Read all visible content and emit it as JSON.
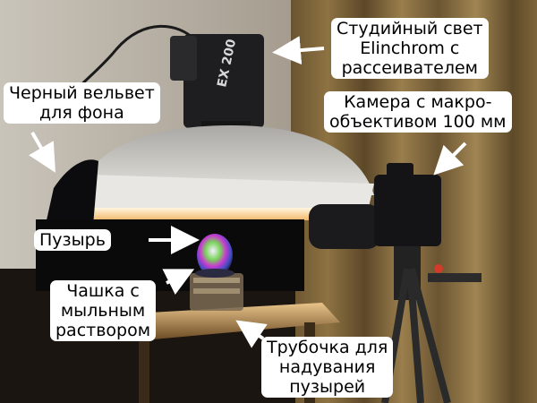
{
  "callouts": {
    "studio_light": {
      "line1": "Студийный свет",
      "line2": "Elinchrom с",
      "line3": "рассеивателем"
    },
    "velvet": {
      "line1": "Черный вельвет",
      "line2": "для фона"
    },
    "camera": {
      "line1": "Камера с макро-",
      "line2": "объективом 100 мм"
    },
    "bubble": {
      "line1": "Пузырь"
    },
    "cup": {
      "line1": "Чашка с",
      "line2": "мыльным",
      "line3": "раствором"
    },
    "tube": {
      "line1": "Трубочка для",
      "line2": "надувания",
      "line3": "пузырей"
    }
  },
  "flash_head": {
    "model_text": "EX 200"
  }
}
